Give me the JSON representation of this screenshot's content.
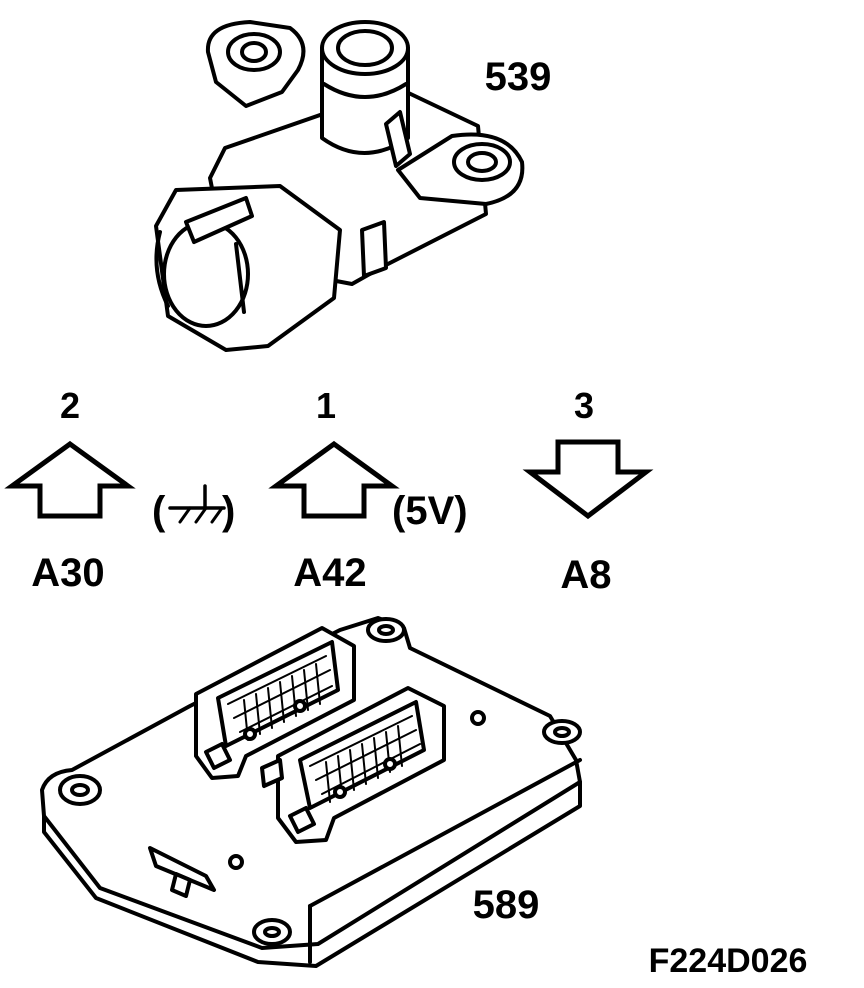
{
  "sensor": {
    "part_number": "539"
  },
  "control_module": {
    "part_number": "589"
  },
  "figure_code": "F224D026",
  "pins": [
    {
      "pin": "2",
      "terminal": "A30",
      "direction": "up",
      "note": "(",
      "note_end": ")",
      "note_icon": "ground-icon"
    },
    {
      "pin": "1",
      "terminal": "A42",
      "direction": "up",
      "note": "(5V)"
    },
    {
      "pin": "3",
      "terminal": "A8",
      "direction": "down"
    }
  ]
}
